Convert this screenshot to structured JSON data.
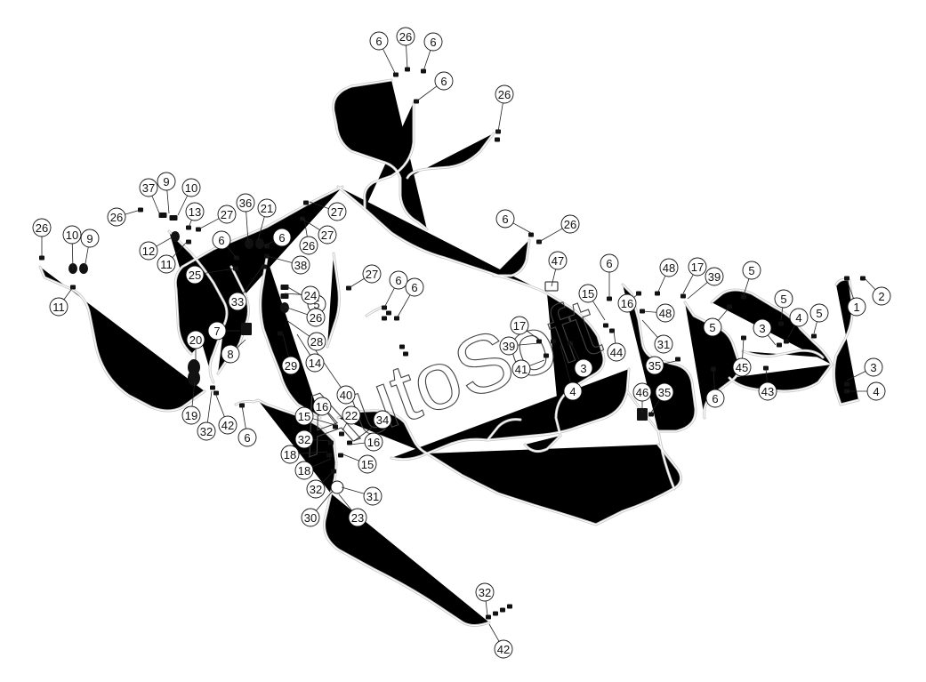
{
  "watermark": "AutoSoft",
  "callouts": [
    {
      "id": "c1",
      "label": "6"
    },
    {
      "id": "c2",
      "label": "26"
    },
    {
      "id": "c3",
      "label": "6"
    },
    {
      "id": "c4",
      "label": "6"
    },
    {
      "id": "c5",
      "label": "26"
    },
    {
      "id": "c6",
      "label": "37"
    },
    {
      "id": "c7",
      "label": "9"
    },
    {
      "id": "c8",
      "label": "10"
    },
    {
      "id": "c9",
      "label": "26"
    },
    {
      "id": "c10",
      "label": "13"
    },
    {
      "id": "c11",
      "label": "12"
    },
    {
      "id": "c12",
      "label": "11"
    },
    {
      "id": "c13",
      "label": "27"
    },
    {
      "id": "c14",
      "label": "36"
    },
    {
      "id": "c15",
      "label": "21"
    },
    {
      "id": "c16",
      "label": "6"
    },
    {
      "id": "c17",
      "label": "27"
    },
    {
      "id": "c18",
      "label": "27"
    },
    {
      "id": "c19",
      "label": "26"
    },
    {
      "id": "c20",
      "label": "10"
    },
    {
      "id": "c21",
      "label": "9"
    },
    {
      "id": "c22",
      "label": "11"
    },
    {
      "id": "c23",
      "label": "26"
    },
    {
      "id": "c24",
      "label": "25"
    },
    {
      "id": "c25",
      "label": "6"
    },
    {
      "id": "c26",
      "label": "38"
    },
    {
      "id": "c27",
      "label": "33"
    },
    {
      "id": "c28",
      "label": "5"
    },
    {
      "id": "c29",
      "label": "24"
    },
    {
      "id": "c30",
      "label": "7"
    },
    {
      "id": "c31",
      "label": "26"
    },
    {
      "id": "c32",
      "label": "8"
    },
    {
      "id": "c33",
      "label": "28"
    },
    {
      "id": "c34",
      "label": "29"
    },
    {
      "id": "c35",
      "label": "14"
    },
    {
      "id": "c36",
      "label": "20"
    },
    {
      "id": "c37",
      "label": "27"
    },
    {
      "id": "c38",
      "label": "6"
    },
    {
      "id": "c39",
      "label": "6"
    },
    {
      "id": "c40",
      "label": "40"
    },
    {
      "id": "c41",
      "label": "19"
    },
    {
      "id": "c42",
      "label": "32"
    },
    {
      "id": "c43",
      "label": "42"
    },
    {
      "id": "c44",
      "label": "6"
    },
    {
      "id": "c45",
      "label": "15"
    },
    {
      "id": "c46",
      "label": "16"
    },
    {
      "id": "c47",
      "label": "22"
    },
    {
      "id": "c48",
      "label": "34"
    },
    {
      "id": "c49",
      "label": "32"
    },
    {
      "id": "c50",
      "label": "16"
    },
    {
      "id": "c51",
      "label": "18"
    },
    {
      "id": "c52",
      "label": "15"
    },
    {
      "id": "c53",
      "label": "18"
    },
    {
      "id": "c54",
      "label": "32"
    },
    {
      "id": "c55",
      "label": "31"
    },
    {
      "id": "c56",
      "label": "30"
    },
    {
      "id": "c57",
      "label": "23"
    },
    {
      "id": "c58",
      "label": "32"
    },
    {
      "id": "c59",
      "label": "42"
    },
    {
      "id": "c60",
      "label": "6"
    },
    {
      "id": "c61",
      "label": "26"
    },
    {
      "id": "c62",
      "label": "47"
    },
    {
      "id": "c63",
      "label": "6"
    },
    {
      "id": "c64",
      "label": "15"
    },
    {
      "id": "c65",
      "label": "16"
    },
    {
      "id": "c66",
      "label": "48"
    },
    {
      "id": "c67",
      "label": "48"
    },
    {
      "id": "c68",
      "label": "17"
    },
    {
      "id": "c69",
      "label": "39"
    },
    {
      "id": "c70",
      "label": "5"
    },
    {
      "id": "c71",
      "label": "17"
    },
    {
      "id": "c72",
      "label": "39"
    },
    {
      "id": "c73",
      "label": "41"
    },
    {
      "id": "c74",
      "label": "3"
    },
    {
      "id": "c75",
      "label": "4"
    },
    {
      "id": "c76",
      "label": "44"
    },
    {
      "id": "c77",
      "label": "31"
    },
    {
      "id": "c78",
      "label": "35"
    },
    {
      "id": "c79",
      "label": "46"
    },
    {
      "id": "c80",
      "label": "35"
    },
    {
      "id": "c81",
      "label": "6"
    },
    {
      "id": "c82",
      "label": "45"
    },
    {
      "id": "c83",
      "label": "43"
    },
    {
      "id": "c84",
      "label": "5"
    },
    {
      "id": "c85",
      "label": "5"
    },
    {
      "id": "c86",
      "label": "3"
    },
    {
      "id": "c87",
      "label": "4"
    },
    {
      "id": "c88",
      "label": "5"
    },
    {
      "id": "c89",
      "label": "1"
    },
    {
      "id": "c90",
      "label": "2"
    },
    {
      "id": "c91",
      "label": "3"
    },
    {
      "id": "c92",
      "label": "4"
    }
  ]
}
